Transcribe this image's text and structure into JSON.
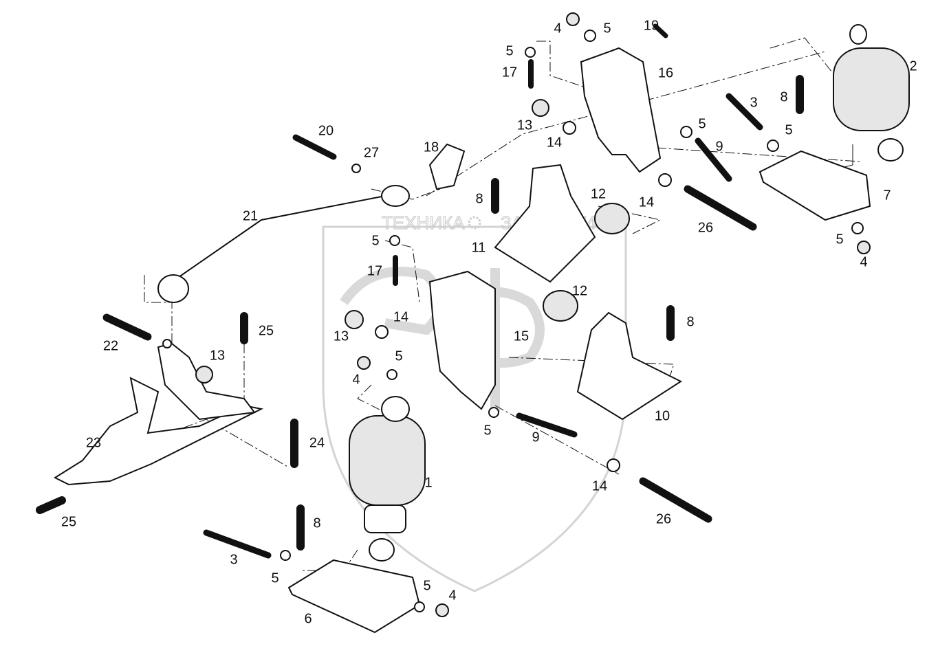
{
  "diagram": {
    "type": "exploded-parts-diagram",
    "watermark": {
      "left_text": "ТЕХНИКА",
      "right_text": "ЗАПЧАСТИ",
      "logo_letters": "ЗП",
      "icon": "gear-icon",
      "color": "#c8c8c8"
    },
    "callouts": [
      "4",
      "5",
      "19",
      "5",
      "17",
      "16",
      "2",
      "3",
      "8",
      "13",
      "5",
      "5",
      "14",
      "9",
      "20",
      "27",
      "18",
      "7",
      "12",
      "8",
      "14",
      "26",
      "21",
      "11",
      "5",
      "4",
      "5",
      "17",
      "12",
      "8",
      "14",
      "13",
      "15",
      "25",
      "22",
      "13",
      "5",
      "4",
      "10",
      "24",
      "23",
      "5",
      "9",
      "1",
      "14",
      "25",
      "26",
      "8",
      "3",
      "5",
      "5",
      "4",
      "6"
    ]
  }
}
